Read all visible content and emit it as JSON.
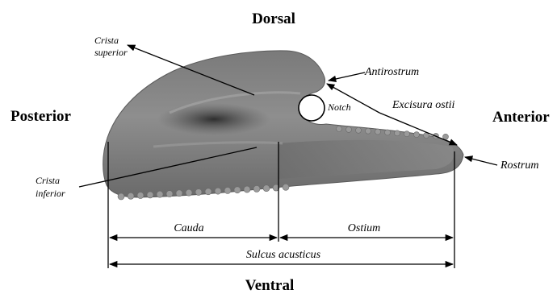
{
  "directions": {
    "dorsal": "Dorsal",
    "ventral": "Ventral",
    "posterior": "Posterior",
    "anterior": "Anterior"
  },
  "structures": {
    "crista_superior": [
      "Crista",
      "superior"
    ],
    "crista_inferior": [
      "Crista",
      "inferior"
    ],
    "antirostrum": "Antirostrum",
    "notch": "Notch",
    "excisura_ostii": "Excisura ostii",
    "rostrum": "Rostrum"
  },
  "measurements": {
    "cauda": "Cauda",
    "ostium": "Ostium",
    "sulcus_acusticus": "Sulcus acusticus"
  },
  "colors": {
    "otolith_light": "#8c8c8c",
    "otolith_mid": "#707070",
    "otolith_dark": "#4e4e4e",
    "sulcus_dark": "#333333",
    "line": "#000000"
  }
}
